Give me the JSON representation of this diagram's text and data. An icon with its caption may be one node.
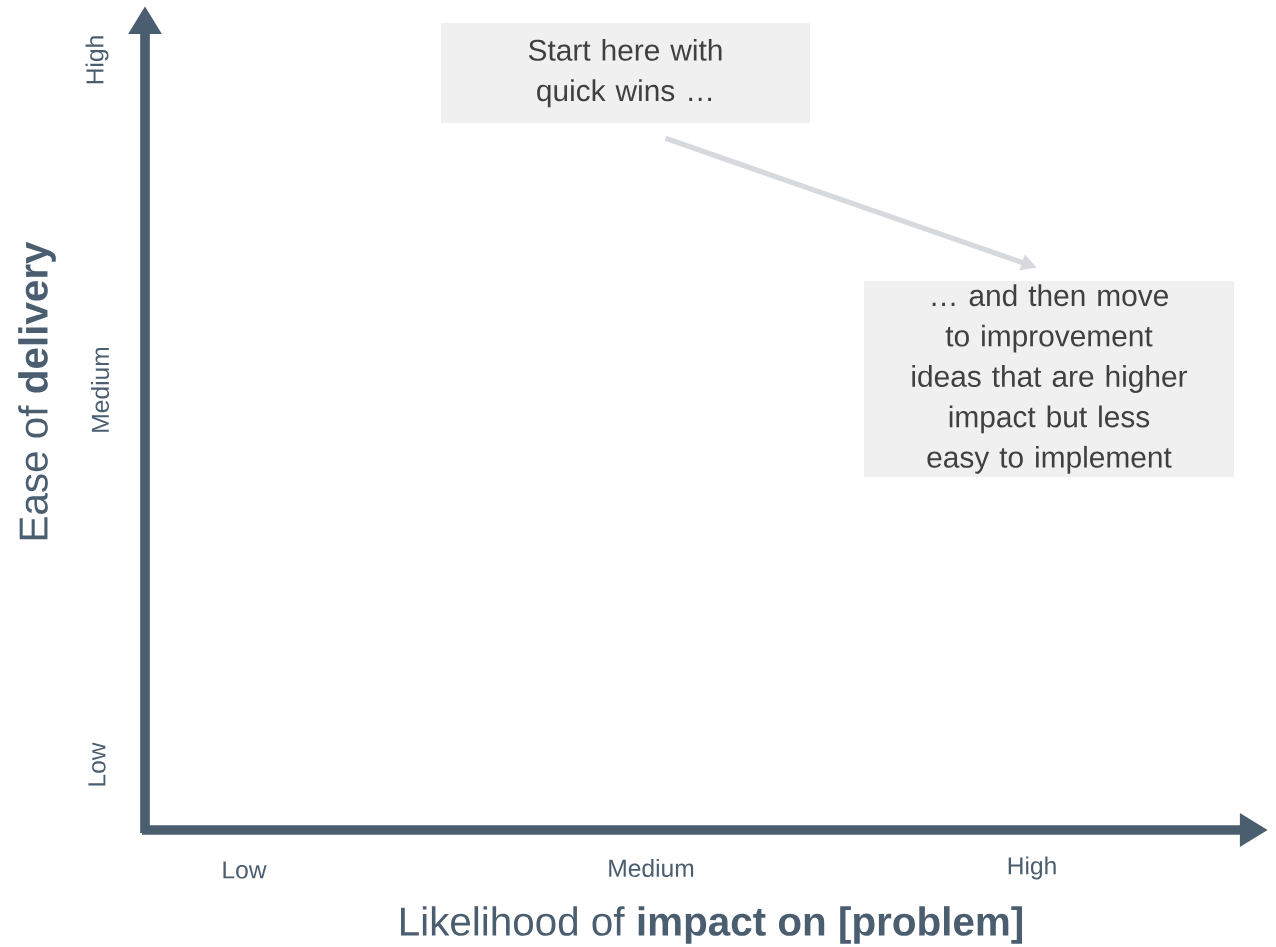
{
  "diagram": {
    "nodes": [
      {
        "text": [
          "Start here with quick wins …"
        ]
      },
      {
        "text": [
          "… and then move to improvement ideas that are higher impact but less easy to implement"
        ]
      }
    ],
    "edges": [
      {
        "from": 0,
        "to": 1,
        "arrow": "to"
      }
    ],
    "labels": [
      "High",
      "Medium",
      "Low",
      "Ease of **delivery**",
      "Low",
      "Medium",
      "High",
      "Likelihood of **impact on [problem]**"
    ]
  }
}
